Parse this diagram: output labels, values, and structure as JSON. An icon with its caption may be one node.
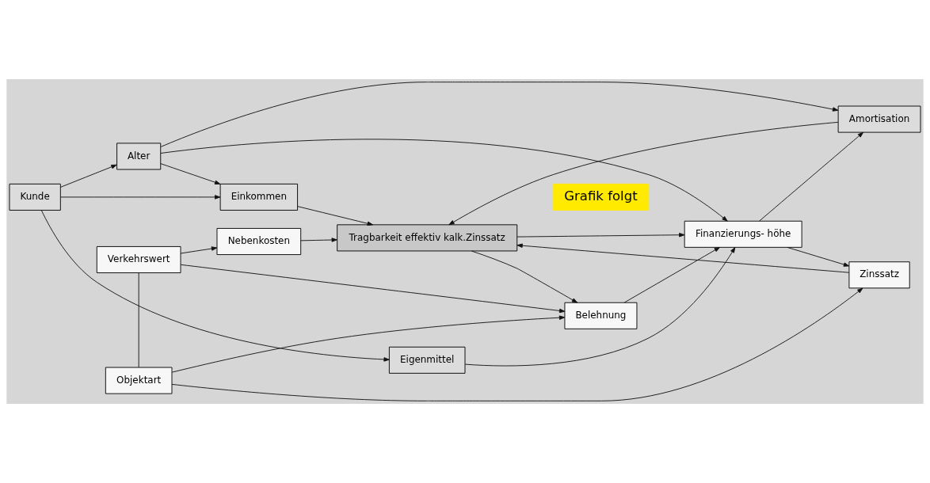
{
  "diagram": {
    "nodes": [
      {
        "text": [
          "Kunde"
        ]
      },
      {
        "text": [
          "Einkommen"
        ]
      },
      {
        "text": [
          "Alter"
        ]
      },
      {
        "text": [
          "Eigenmittel"
        ]
      },
      {
        "text": [
          "Amortisation"
        ]
      },
      {
        "text": [
          "Tragbarkeit effektiv kalk.Zinssatz"
        ]
      },
      {
        "text": [
          "Zinssatz"
        ]
      },
      {
        "text": [
          "Objektart"
        ]
      },
      {
        "text": [
          "Belehnung"
        ]
      },
      {
        "text": [
          "Finanzierungs- höhe"
        ]
      },
      {
        "text": [
          "Verkehrswert"
        ]
      },
      {
        "text": [
          "Nebenkosten"
        ]
      }
    ],
    "edges": [
      {
        "from": 0,
        "to": 1,
        "arrow": "to"
      },
      {
        "from": 0,
        "to": 2,
        "arrow": "to"
      },
      {
        "from": 0,
        "to": 3,
        "arrow": "to"
      },
      {
        "from": 2,
        "to": 1,
        "arrow": "to"
      },
      {
        "from": 1,
        "to": 5,
        "arrow": "to"
      },
      {
        "from": 2,
        "to": 4,
        "arrow": "to"
      },
      {
        "from": 2,
        "to": 9,
        "arrow": "to"
      },
      {
        "from": 3,
        "to": 9,
        "arrow": "to"
      },
      {
        "from": 4,
        "to": 5,
        "arrow": "to"
      },
      {
        "from": 5,
        "to": 8,
        "arrow": "to"
      },
      {
        "from": 9,
        "to": 4,
        "arrow": "to"
      },
      {
        "from": 7,
        "to": 6,
        "arrow": "to"
      },
      {
        "from": 7,
        "to": 8,
        "arrow": "to"
      },
      {
        "from": 7,
        "to": 10,
        "arrow": "none"
      },
      {
        "from": 10,
        "to": 8,
        "arrow": "to"
      },
      {
        "from": 10,
        "to": 11,
        "arrow": "to"
      },
      {
        "from": 8,
        "to": 9,
        "arrow": "to"
      },
      {
        "from": 9,
        "to": 6,
        "arrow": "to"
      },
      {
        "from": 6,
        "to": 5,
        "arrow": "to"
      },
      {
        "from": 5,
        "to": 9,
        "arrow": "to"
      },
      {
        "from": 11,
        "to": 5,
        "arrow": "to"
      }
    ],
    "labels": [
      "Grafik folgt"
    ]
  }
}
